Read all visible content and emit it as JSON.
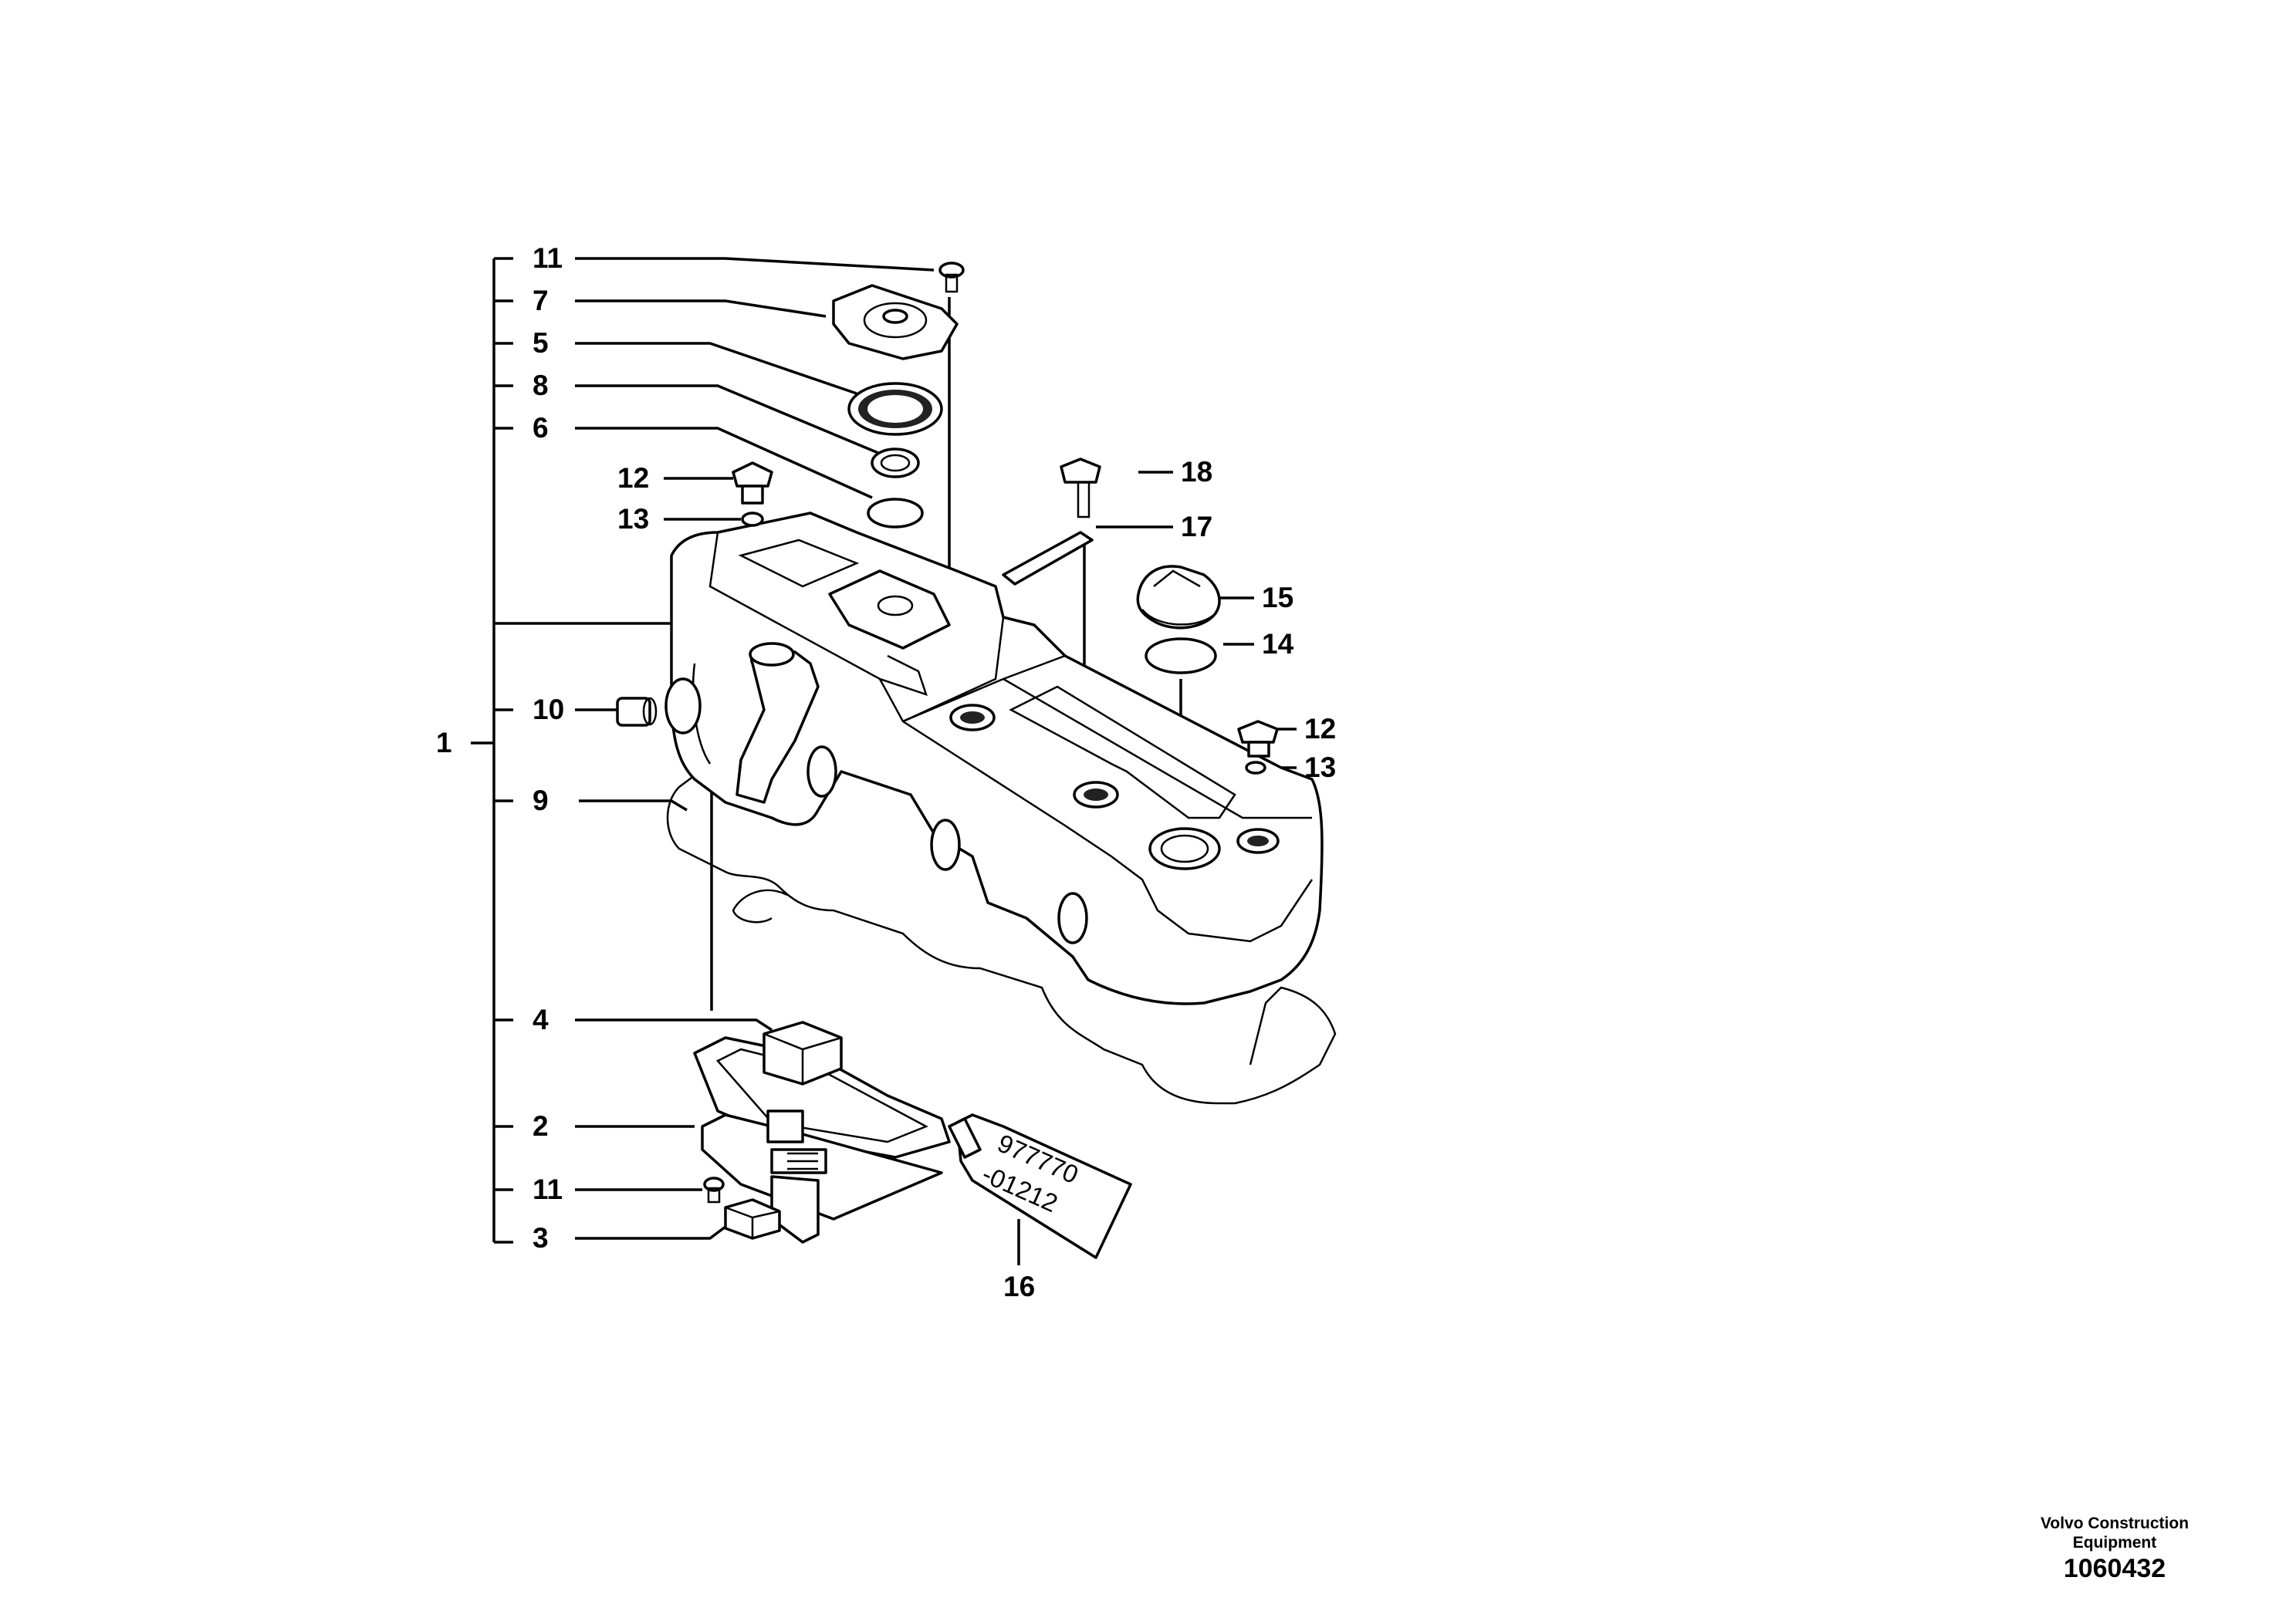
{
  "diagram": {
    "callouts": {
      "c1": "1",
      "c2": "2",
      "c3": "3",
      "c4": "4",
      "c5": "5",
      "c6": "6",
      "c7": "7",
      "c8": "8",
      "c9": "9",
      "c10": "10",
      "c11a": "11",
      "c11b": "11",
      "c12a": "12",
      "c12b": "12",
      "c13a": "13",
      "c13b": "13",
      "c14": "14",
      "c15": "15",
      "c16": "16",
      "c17": "17",
      "c18": "18"
    },
    "tube_text_line1": "977770",
    "tube_text_line2": "-01212"
  },
  "footer": {
    "company_line1": "Volvo Construction",
    "company_line2": "Equipment",
    "drawing_number": "1060432"
  }
}
